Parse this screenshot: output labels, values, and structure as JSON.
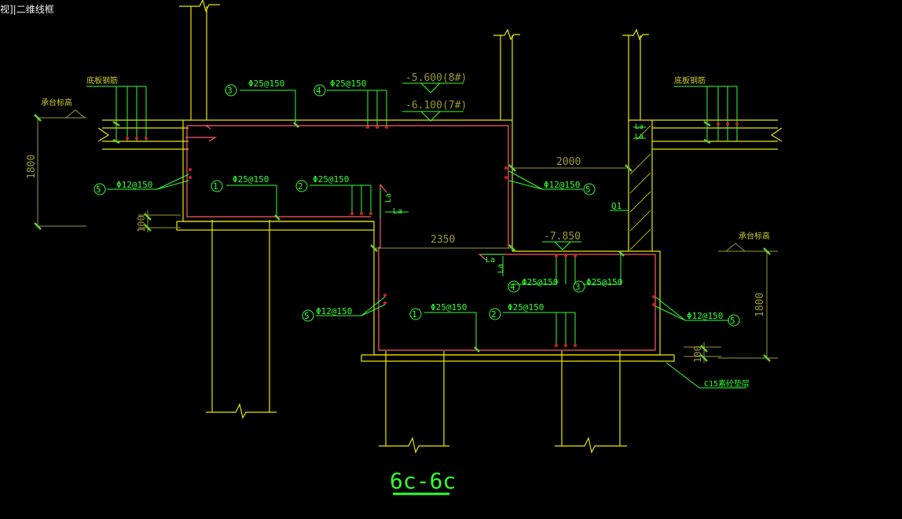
{
  "viewport_label": "视]|二维线框",
  "colors": {
    "background": "#000000",
    "structure": "#e8e800",
    "rebar": "#ff5a6e",
    "annotation": "#33ff33",
    "dimension": "#9a9a33",
    "marker_green": "#66cc33",
    "marker_red": "#cc2222"
  },
  "labels": {
    "bottom_rebar_left": "底板钢筋",
    "bottom_rebar_right": "底板钢筋",
    "cap_elevation_left": "承台标高",
    "cap_elevation_right": "承台标高",
    "elev_8": "-5.600(8#)",
    "elev_7": "-6.100(7#)",
    "elev_low": "-7.850",
    "dim_1800_left": "1800",
    "dim_1800_right": "1800",
    "dim_100_left": "100",
    "dim_100_right": "100",
    "dim_2000": "2000",
    "dim_2350": "2350",
    "la_1": "La",
    "la_2": "La",
    "la_3": "La",
    "la_4": "La",
    "la_5": "La",
    "la_6": "La",
    "q1": "Q1",
    "c15": "C15素砼垫层",
    "section_title": "6c-6c",
    "rebar_top_3": "Φ25@150",
    "rebar_top_4": "Φ25@150",
    "rebar_up_1": "Φ25@150",
    "rebar_up_2": "Φ25@150",
    "rebar_up_5L": "Φ12@150",
    "rebar_up_5R": "Φ12@150",
    "rebar_low_4": "Φ25@150",
    "rebar_low_3": "Φ25@150",
    "rebar_low_1": "Φ25@150",
    "rebar_low_2": "Φ25@150",
    "rebar_low_5L": "Φ12@150",
    "rebar_low_5R": "Φ12@150",
    "n1a": "1",
    "n2a": "2",
    "n3a": "3",
    "n4a": "4",
    "n5a": "5",
    "n5b": "5",
    "n1b": "1",
    "n2b": "2",
    "n3b": "3",
    "n4b": "4",
    "n5c": "5",
    "n5d": "5"
  }
}
